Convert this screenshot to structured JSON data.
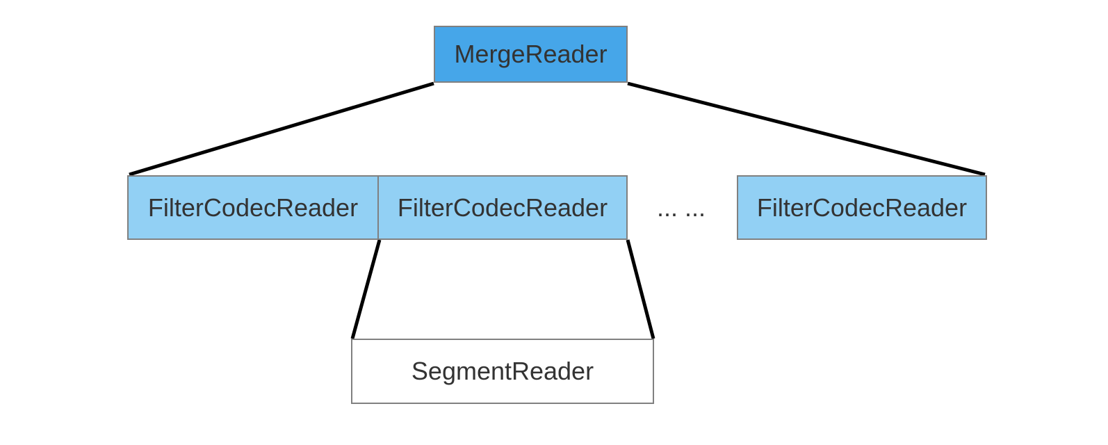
{
  "diagram": {
    "nodes": {
      "merge_reader": "MergeReader",
      "filter_codec_reader_1": "FilterCodecReader",
      "filter_codec_reader_2": "FilterCodecReader",
      "filter_codec_reader_3": "FilterCodecReader",
      "segment_reader": "SegmentReader"
    },
    "ellipsis": "... ...",
    "colors": {
      "root_fill": "#46a6e9",
      "child_fill": "#92d0f4",
      "leaf_fill": "#ffffff",
      "border": "#808080",
      "connector": "#000000",
      "text": "#333333"
    }
  }
}
